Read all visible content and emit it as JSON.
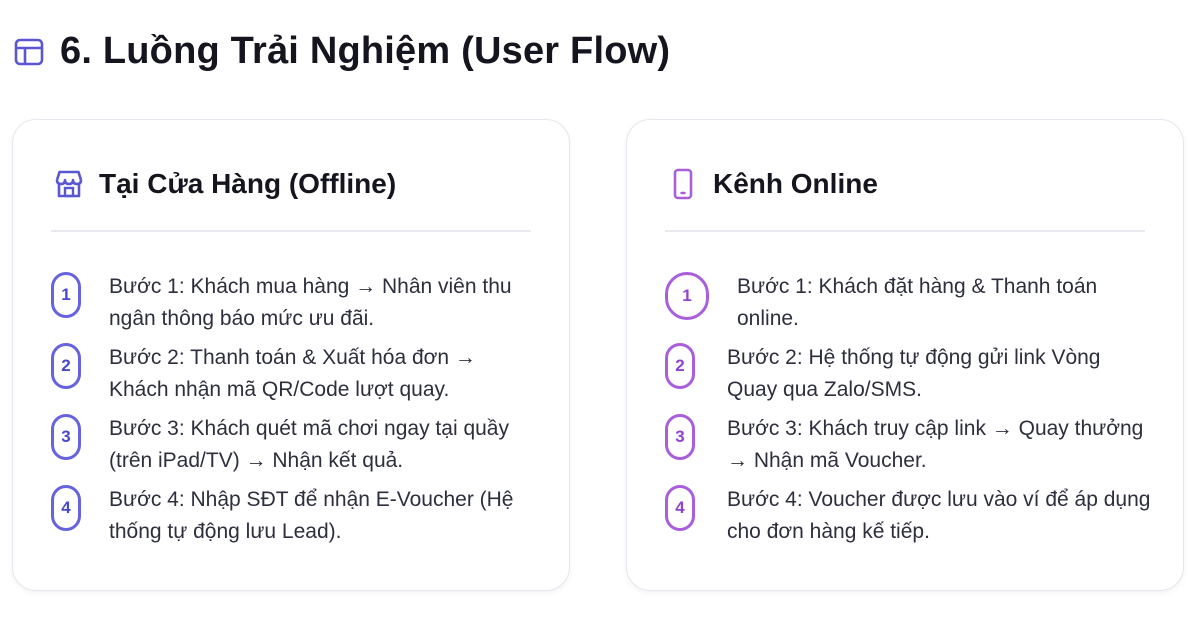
{
  "header": {
    "title": "6. Luồng Trải Nghiệm (User Flow)",
    "icon": "layout-icon",
    "accent_color": "#5b57d1"
  },
  "offline": {
    "icon": "store-icon",
    "title": "Tại Cửa Hàng (Offline)",
    "accent_color": "#6563dd",
    "steps": [
      {
        "number": "1",
        "text": "Bước 1: Khách mua hàng → Nhân viên thu ngân thông báo mức ưu đãi."
      },
      {
        "number": "2",
        "text": "Bước 2: Thanh toán & Xuất hóa đơn → Khách nhận mã QR/Code lượt quay."
      },
      {
        "number": "3",
        "text": "Bước 3: Khách quét mã chơi ngay tại quầy (trên iPad/TV) → Nhận kết quả."
      },
      {
        "number": "4",
        "text": "Bước 4: Nhập SĐT để nhận E-Voucher (Hệ thống tự động lưu Lead)."
      }
    ]
  },
  "online": {
    "icon": "smartphone-icon",
    "title": "Kênh Online",
    "accent_color": "#a95fdc",
    "steps": [
      {
        "number": "1",
        "text": "Bước 1: Khách đặt hàng & Thanh toán online."
      },
      {
        "number": "2",
        "text": "Bước 2: Hệ thống tự động gửi link Vòng Quay qua Zalo/SMS."
      },
      {
        "number": "3",
        "text": "Bước 3: Khách truy cập link → Quay thưởng → Nhận mã Voucher."
      },
      {
        "number": "4",
        "text": "Bước 4: Voucher được lưu vào ví để áp dụng cho đơn hàng kế tiếp."
      }
    ]
  }
}
